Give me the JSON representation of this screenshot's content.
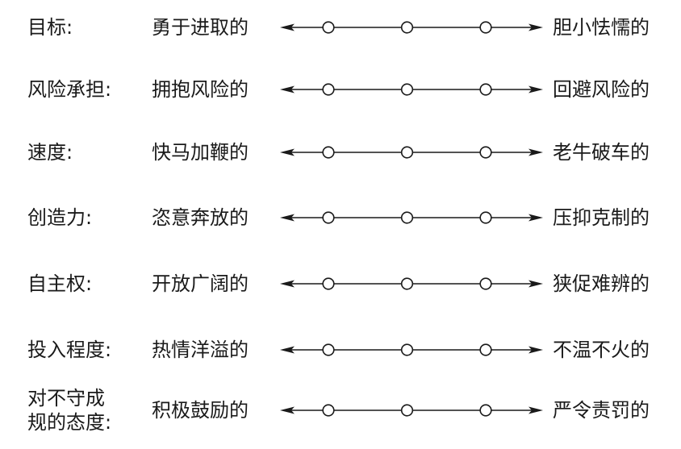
{
  "rows": [
    {
      "dimension": "目标:",
      "left": "勇于进取的",
      "right": "胆小怯懦的"
    },
    {
      "dimension": "风险承担:",
      "left": "拥抱风险的",
      "right": "回避风险的"
    },
    {
      "dimension": "速度:",
      "left": "快马加鞭的",
      "right": "老牛破车的"
    },
    {
      "dimension": "创造力:",
      "left": "恣意奔放的",
      "right": "压抑克制的"
    },
    {
      "dimension": "自主权:",
      "left": "开放广阔的",
      "right": "狭促难辨的"
    },
    {
      "dimension": "投入程度:",
      "left": "热情洋溢的",
      "right": "不温不火的"
    },
    {
      "dimension": "对不守成\n规的态度:",
      "left": "积极鼓励的",
      "right": "严令责罚的"
    }
  ],
  "scale": {
    "points": 3
  },
  "colors": {
    "ink": "#1a1a1a",
    "background": "#ffffff"
  }
}
